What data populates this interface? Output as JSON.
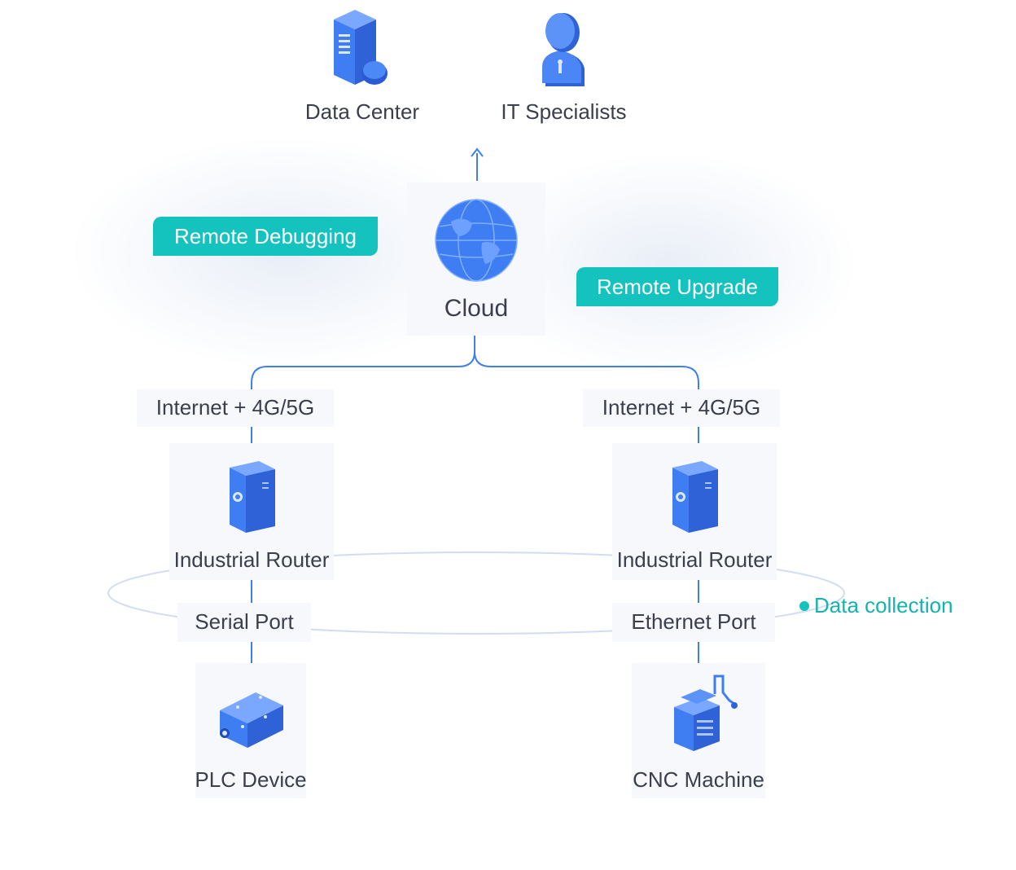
{
  "top": {
    "data_center": {
      "label": "Data Center",
      "icon": "server-icon"
    },
    "it_specialists": {
      "label": "IT Specialists",
      "icon": "support-agent-icon"
    }
  },
  "cloud": {
    "label": "Cloud",
    "icon": "globe-icon"
  },
  "tags": {
    "remote_debugging": "Remote Debugging",
    "remote_upgrade": "Remote Upgrade",
    "data_collection": "Data collection"
  },
  "left": {
    "network": "Internet + 4G/5G",
    "router": "Industrial Router",
    "port": "Serial Port",
    "device": "PLC Device",
    "device_icon": "plc-box-icon"
  },
  "right": {
    "network": "Internet + 4G/5G",
    "router": "Industrial Router",
    "port": "Ethernet Port",
    "device": "CNC Machine",
    "device_icon": "cnc-machine-icon"
  },
  "colors": {
    "accent_blue": "#3d7cf0",
    "teal": "#14c2be",
    "line_blue": "#3f7fe8",
    "text": "#3a3f4b"
  }
}
